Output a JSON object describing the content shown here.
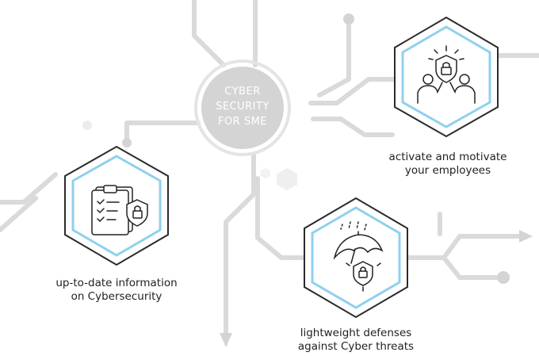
{
  "hub": {
    "line1": "CYBER",
    "line2": "SECURITY",
    "line3": "FOR SME"
  },
  "features": [
    {
      "icon": "employees-shield-icon",
      "line1": "activate and motivate",
      "line2": "your employees"
    },
    {
      "icon": "clipboard-lock-icon",
      "line1": "up-to-date information",
      "line2": "on Cybersecurity"
    },
    {
      "icon": "umbrella-shield-icon",
      "line1": "lightweight defenses",
      "line2": "against Cyber threats"
    }
  ],
  "colors": {
    "line": "#d9d9d9",
    "hub_fill": "#d4d4d4",
    "hex_outer": "#2b2b2b",
    "hex_inner": "#8fd0ee",
    "text": "#1f1f1f"
  }
}
